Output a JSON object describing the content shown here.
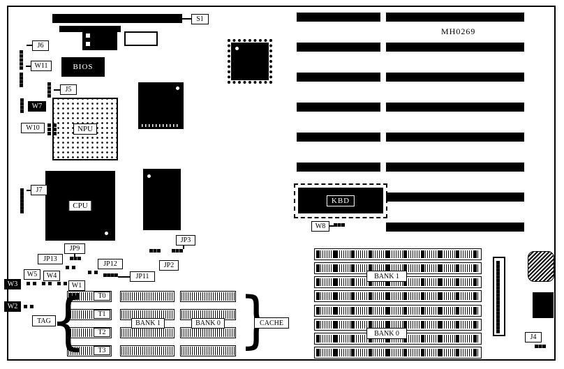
{
  "board_id": "MH0269",
  "glyphs": {
    "brace_open": "{",
    "brace_close": "}"
  },
  "labels": {
    "s1": "S1",
    "j6": "J6",
    "w11": "W11",
    "bios": "BIOS",
    "j5": "J5",
    "w7": "W7",
    "w10": "W10",
    "npu": "NPU",
    "j7": "J7",
    "cpu": "CPU",
    "jp9": "JP9",
    "jp13": "JP13",
    "jp12": "JP12",
    "jp11": "JP11",
    "jp2": "JP2",
    "jp3": "JP3",
    "w5": "W5",
    "w4": "W4",
    "w3": "W3",
    "w1": "W1",
    "w2": "W2",
    "tag": "TAG",
    "t0": "T0",
    "t1": "T1",
    "t2": "T2",
    "t3": "T3",
    "cache_bank1": "BANK 1",
    "cache_bank0": "BANK 0",
    "cache": "CACHE",
    "kbd": "KBD",
    "w8": "W8",
    "mem_bank1": "BANK 1",
    "mem_bank0": "BANK 0",
    "j4": "J4"
  },
  "colors": {
    "ink": "#000000",
    "board_bg": "#ffffff"
  }
}
